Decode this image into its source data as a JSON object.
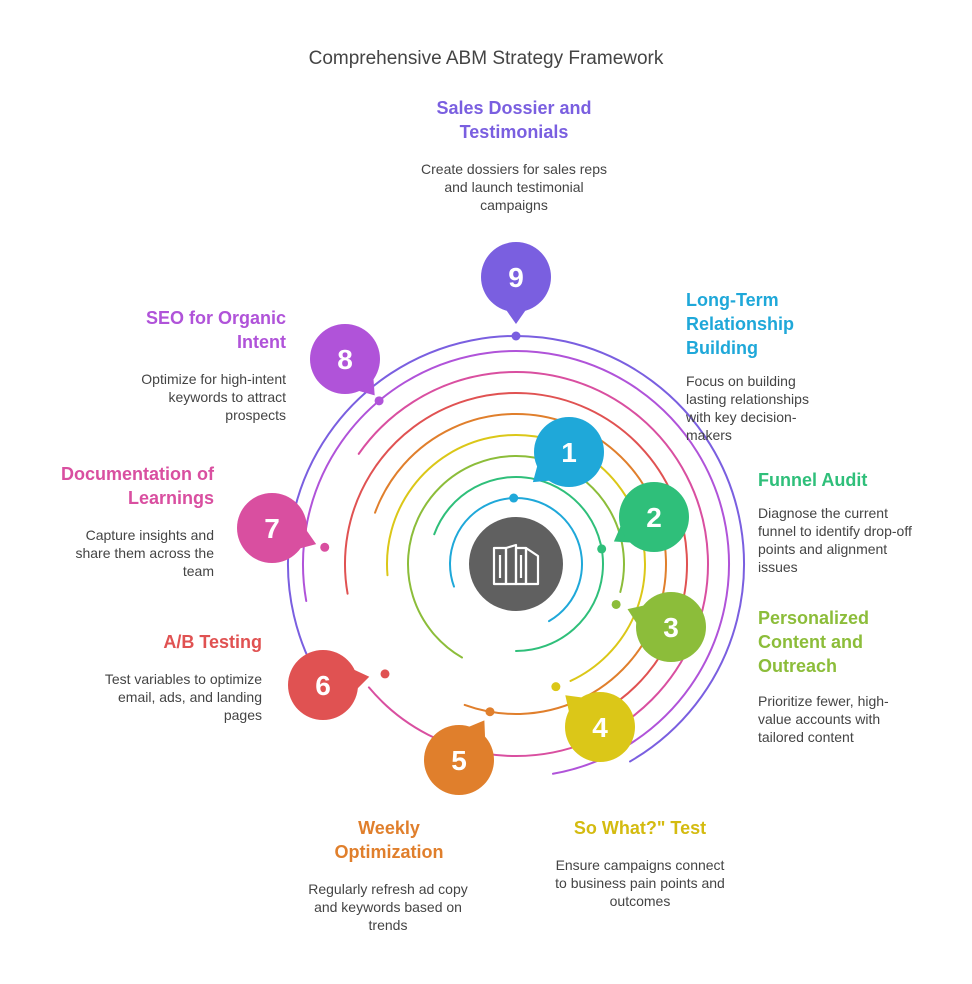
{
  "title": "Comprehensive ABM Strategy Framework",
  "center_icon": "book-pages-icon",
  "steps": [
    {
      "number": "1",
      "heading": "Long-Term Relationship Building",
      "description": "Focus on building lasting relationships with key decision-makers",
      "color": "#1fa8d9"
    },
    {
      "number": "2",
      "heading": "Funnel Audit",
      "description": "Diagnose the current funnel to identify drop-off points and alignment issues",
      "color": "#2fbf7a"
    },
    {
      "number": "3",
      "heading": "Personalized Content and Outreach",
      "description": "Prioritize fewer, high-value accounts with tailored content",
      "color": "#8cbd3a"
    },
    {
      "number": "4",
      "heading": "So What?\" Test",
      "description": "Ensure campaigns connect to business pain points and outcomes",
      "color": "#dbc718"
    },
    {
      "number": "5",
      "heading": "Weekly Optimization",
      "description": "Regularly refresh ad copy and keywords based on trends",
      "color": "#e07f2c"
    },
    {
      "number": "6",
      "heading": "A/B Testing",
      "description": "Test variables to optimize email, ads, and landing pages",
      "color": "#e05252"
    },
    {
      "number": "7",
      "heading": "Documentation of Learnings",
      "description": "Capture insights and share them across the team",
      "color": "#d94fa0"
    },
    {
      "number": "8",
      "heading": "SEO for Organic Intent",
      "description": "Optimize for high-intent keywords to attract prospects",
      "color": "#b053d9"
    },
    {
      "number": "9",
      "heading": "Sales Dossier and Testimonials",
      "description": "Create dossiers for sales reps and launch testimonial campaigns",
      "color": "#7a5fe0"
    }
  ]
}
